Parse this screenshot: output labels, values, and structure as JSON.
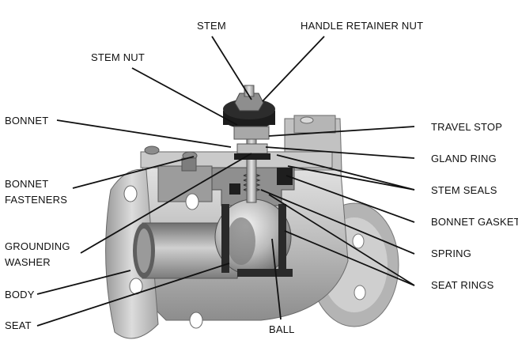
{
  "diagram": {
    "labels": {
      "stem": "STEM",
      "handle_retainer_nut": "HANDLE RETAINER NUT",
      "stem_nut": "STEM NUT",
      "bonnet": "BONNET",
      "travel_stop": "TRAVEL STOP",
      "gland_ring": "GLAND RING",
      "bonnet_fasteners_line1": "BONNET",
      "bonnet_fasteners_line2": "FASTENERS",
      "stem_seals": "STEM SEALS",
      "bonnet_gasket": "BONNET GASKET",
      "grounding_washer_line1": "GROUNDING",
      "grounding_washer_line2": "WASHER",
      "spring": "SPRING",
      "seat_rings": "SEAT RINGS",
      "body": "BODY",
      "seat": "SEAT",
      "ball": "BALL"
    },
    "colors": {
      "text": "#111111",
      "leader": "#111111",
      "metal_light": "#d8d8d8",
      "metal_mid": "#a6a6a6",
      "metal_dark": "#4a4a4a",
      "black_parts": "#1a1a1a"
    }
  }
}
